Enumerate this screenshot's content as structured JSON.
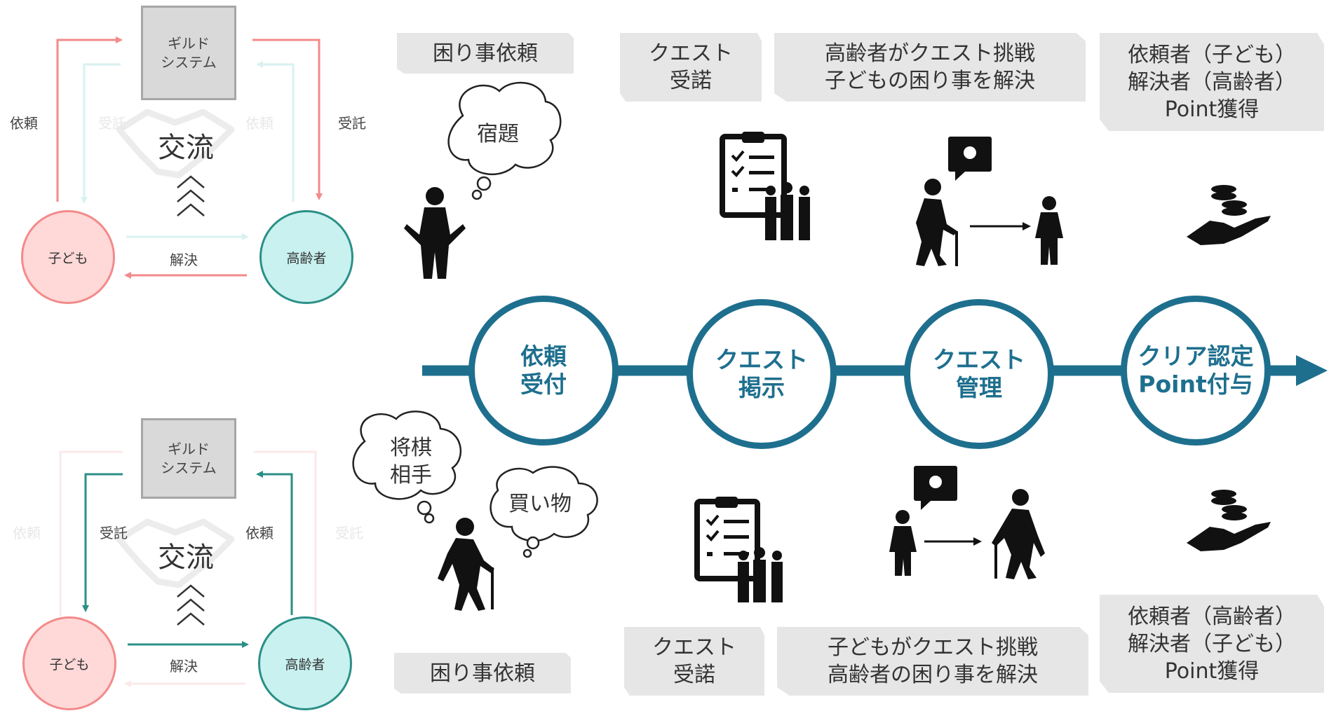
{
  "top_cycle": {
    "guild_line1": "ギルド",
    "guild_line2": "システム",
    "exchange": "交流",
    "child": "子ども",
    "elder": "高齢者",
    "left_label": "依頼",
    "right_label": "受託",
    "bottom_label": "解決",
    "faint_left": "受託",
    "faint_right": "依頼"
  },
  "bottom_cycle": {
    "guild_line1": "ギルド",
    "guild_line2": "システム",
    "exchange": "交流",
    "child": "子ども",
    "elder": "高齢者",
    "inner_left": "受託",
    "inner_right": "依頼",
    "bottom_label": "解決",
    "faint_left": "依頼",
    "faint_right": "受託"
  },
  "steps": {
    "s1_line1": "依頼",
    "s1_line2": "受付",
    "s2_line1": "クエスト",
    "s2_line2": "掲示",
    "s3_line1": "クエスト",
    "s3_line2": "管理",
    "s4_line1": "クリア認定",
    "s4_line2": "Point付与"
  },
  "top_row": {
    "request": "困り事依頼",
    "accept_line1": "クエスト",
    "accept_line2": "受諾",
    "challenge_line1": "高齢者がクエスト挑戦",
    "challenge_line2": "子どもの困り事を解決",
    "points_line1": "依頼者（子ども）",
    "points_line2": "解決者（高齢者）",
    "points_line3": "Point獲得",
    "cloud": "宿題"
  },
  "bottom_row": {
    "request": "困り事依頼",
    "accept_line1": "クエスト",
    "accept_line2": "受諾",
    "challenge_line1": "子どもがクエスト挑戦",
    "challenge_line2": "高齢者の困り事を解決",
    "points_line1": "依頼者（高齢者）",
    "points_line2": "解決者（子ども）",
    "points_line3": "Point獲得",
    "cloud1_line1": "将棋",
    "cloud1_line2": "相手",
    "cloud2": "買い物"
  },
  "colors": {
    "accent": "#1e6f8e",
    "child": "#f38a8a",
    "elder": "#2b8f87"
  }
}
